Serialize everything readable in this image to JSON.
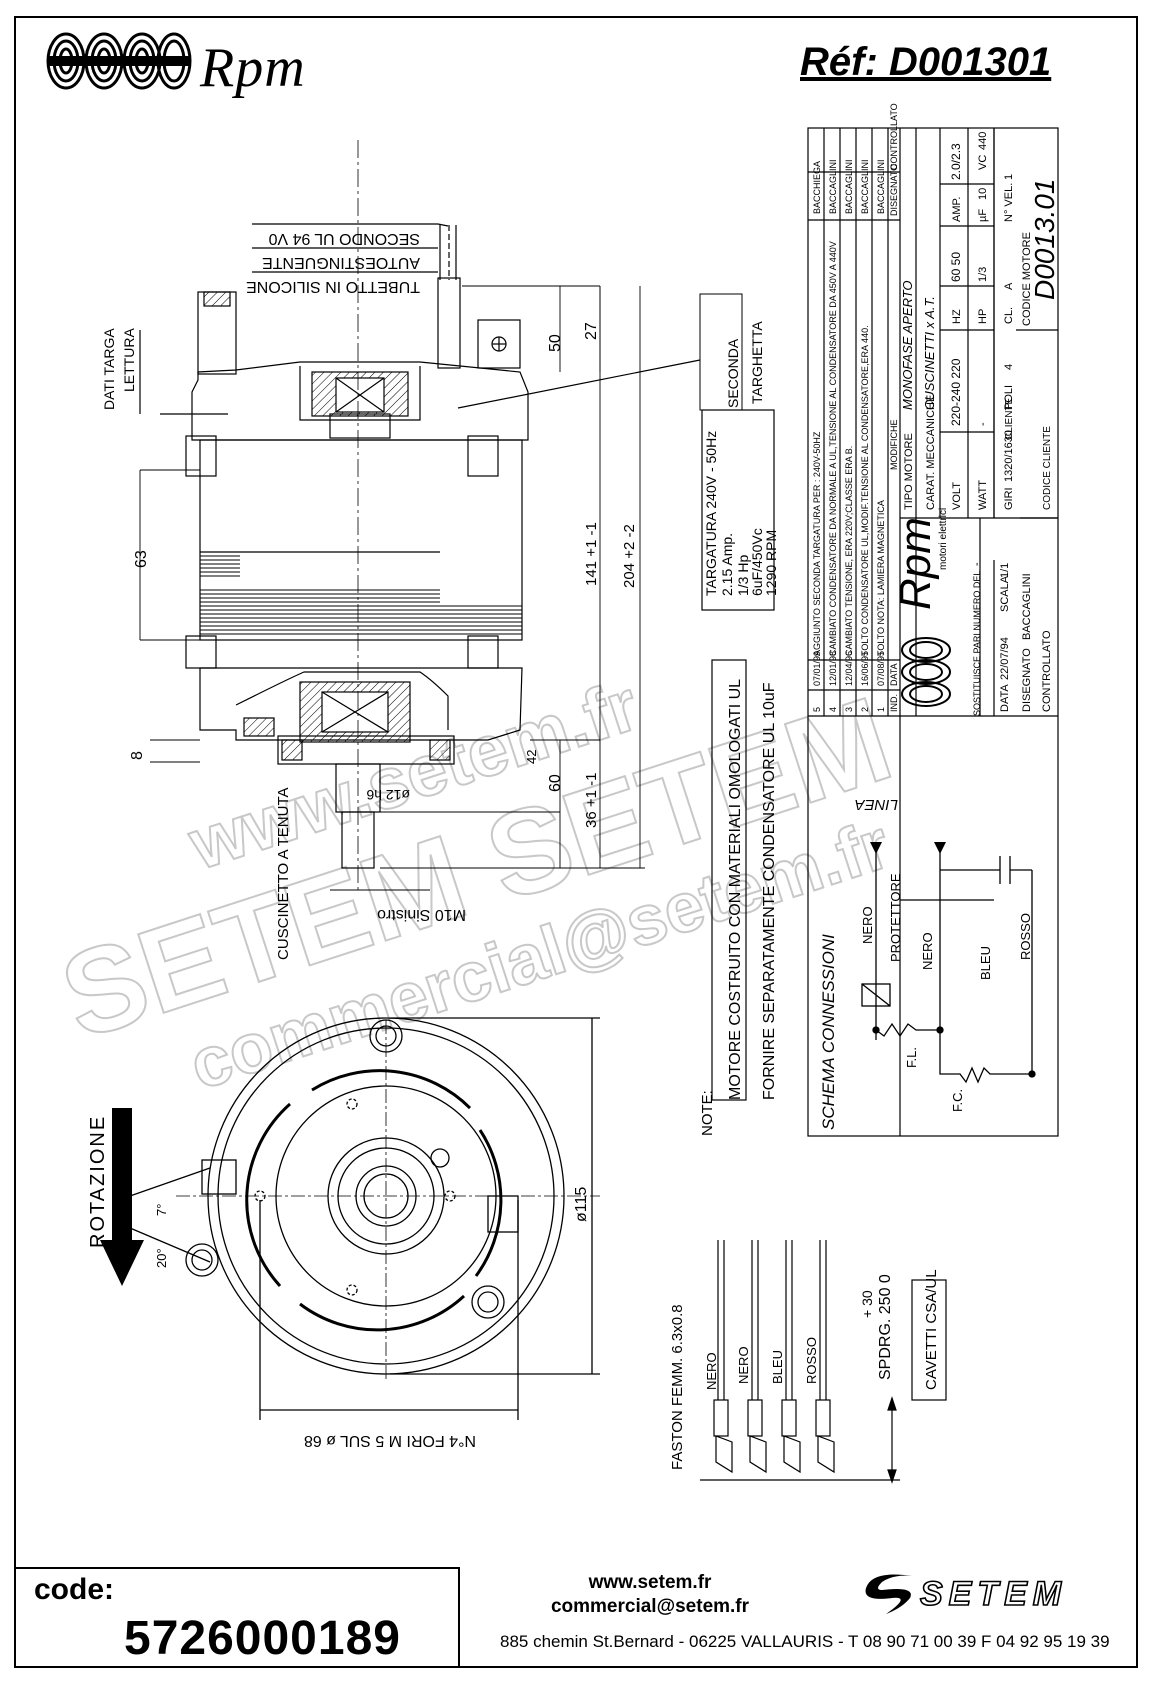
{
  "header": {
    "brand": "Rpm",
    "reference": "Réf:  D001301"
  },
  "cable_labels": {
    "l1": "SECONDO UL 94 V0",
    "l2": "AUTOESTINGUENTE",
    "l3": "TUBETTO IN SILICONE"
  },
  "labels": {
    "dati_targa": "DATI TARGA",
    "lettura": "LETTURA",
    "seconda": "SECONDA",
    "targhetta": "TARGHETTA",
    "cuscinetto": "CUSCINETTO A TENUTA",
    "m10": "M10 Sinistro",
    "rotazione": "ROTAZIONE",
    "note": "NOTE:",
    "fori": "N°4 FORI M 5 SUL ø 68",
    "diam115": "ø115",
    "ang7": "7°",
    "ang20": "20°",
    "faston": "FASTON FEMM. 6.3x0.8",
    "spdrg": "SPDRG. 250  0",
    "spdrg_tol": "+ 30",
    "cavetti": "CAVETTI CSA/UL",
    "linea": "LINEA",
    "schema": "SCHEMA CONNESSIONI",
    "fl": "F.L.",
    "fc": "F.C."
  },
  "dimensions": {
    "d50": "50",
    "d27": "27",
    "d63": "63",
    "d8": "8",
    "d60": "60",
    "d42": "42",
    "d141": "141 +1 -1",
    "d204": "204 +2 -2",
    "d36": "36 +1 -1",
    "dshaft": "ø12 h6"
  },
  "notes": {
    "line1": "MOTORE COSTRUITO CON MATERIALI OMOLOGATI UL",
    "line2": "FORNIRE SEPARATAMENTE CONDENSATORE UL 10uF"
  },
  "targatura": [
    "TARGATURA 240V - 50Hz",
    "2.15 Amp.",
    "1/3 Hp",
    "6uF/450Vc",
    "1290 RPM"
  ],
  "wires": {
    "nero": "NERO",
    "nero2": "NERO",
    "bleu": "BLEU",
    "rosso": "ROSSO",
    "protettore": "PROTETTORE"
  },
  "revisions": [
    {
      "n": "5",
      "date": "07/01/99",
      "text": "AGGIUNTO SECONDA TARGATURA PER : 240V-50HZ",
      "by": "BACCHIEGA"
    },
    {
      "n": "4",
      "date": "12/01/98",
      "text": "CAMBIATO CONDENSATORE DA NORMALE A UL,TENSIONE AL CONDENSATORE DA 450V A 440V",
      "by": "BACCAGLINI"
    },
    {
      "n": "3",
      "date": "12/04/96",
      "text": "CAMBIATO TENSIONE, ERA 220V;CLASSE ERA B.",
      "by": "BACCAGLINI"
    },
    {
      "n": "2",
      "date": "16/06/95",
      "text": "TOLTO CONDENSATORE UL,MODIF.TENSIONE AL CONDENSATORE,ERA 440.",
      "by": "BACCAGLINI"
    },
    {
      "n": "1",
      "date": "07/08/95",
      "text": "TOLTO NOTA: LAMIERA MAGNETICA",
      "by": "BACCAGLINI"
    }
  ],
  "revision_header": {
    "n": "IND.",
    "date": "DATA",
    "text": "MODIFICHE",
    "by": "DISEGNATO",
    "check": "CONTROLLATO"
  },
  "title_block": {
    "logo": "Rpm",
    "logo_sub": "motori elettrici",
    "tipo_motore_label": "TIPO MOTORE",
    "tipo_motore": "MONOFASE APERTO",
    "carat_label": "CARAT. MECCANICHE",
    "carat": "CUSCINETTI x A.T.",
    "volt_label": "VOLT",
    "volt": "220-240  220",
    "hz_label": "HZ",
    "hz": "60  50",
    "amp_label": "AMP.",
    "amp": "2.0/2.3",
    "watt_label": "WATT",
    "watt": "-",
    "hp_label": "HP",
    "hp": "1/3",
    "uf_label": "µF",
    "uf": "10",
    "vc_label": "VC",
    "vc": "440",
    "giri_label": "GIRI",
    "giri": "1320/1630",
    "poli_label": "POLI",
    "poli": "4",
    "cl_label": "CL.",
    "cl": "A",
    "nvel_label": "N° VEL.",
    "nvel": "1",
    "sostituisce": "SOSTITUISCE PARI NUMERO DEL",
    "sostituisce_val": "-",
    "cliente": "CLIENTE",
    "codice_motore_label": "CODICE MOTORE",
    "codice_motore": "D0013.01",
    "data_label": "DATA",
    "data": "22/07/94",
    "scala_label": "SCALA",
    "scala": "1/1",
    "disegnato_label": "DISEGNATO",
    "disegnato": "BACCAGLINI",
    "controllato": "CONTROLLATO",
    "codice_cliente": "CODICE CLIENTE"
  },
  "watermark": {
    "w1": "www.setem.fr",
    "w2": "SETEM SETEM",
    "w3": "commercial@setem.fr"
  },
  "footer": {
    "code_label": "code:",
    "code": "5726000189",
    "web": "www.setem.fr",
    "email": "commercial@setem.fr",
    "address": "885 chemin St.Bernard  -  06225 VALLAURIS  -  T 08 90 71 00 39   F 04 92 95 19 39",
    "company": "SETEM"
  }
}
